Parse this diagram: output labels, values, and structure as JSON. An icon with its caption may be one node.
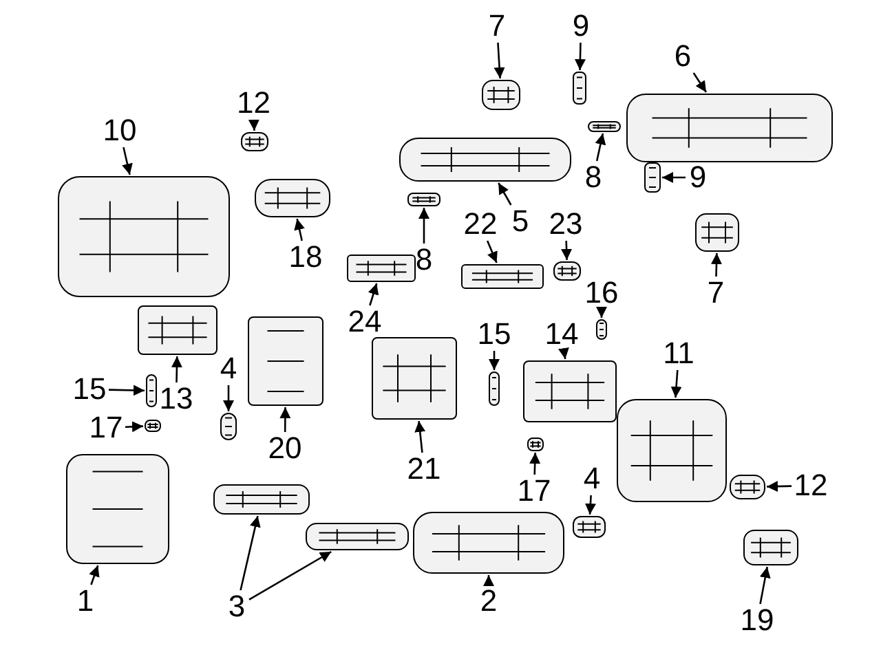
{
  "diagram": {
    "nodes": [
      {
        "text": [
          "7"
        ]
      },
      {
        "text": [],
        "shape": "picture"
      },
      {
        "text": [
          "9"
        ]
      },
      {
        "text": [],
        "shape": "picture"
      },
      {
        "text": [
          "6"
        ]
      },
      {
        "text": [],
        "shape": "picture"
      },
      {
        "text": [
          "12"
        ]
      },
      {
        "text": [],
        "shape": "picture"
      },
      {
        "text": [
          "10"
        ]
      },
      {
        "text": [],
        "shape": "picture"
      },
      {
        "text": [
          "8"
        ]
      },
      {
        "text": [],
        "shape": "picture"
      },
      {
        "text": [
          "9"
        ]
      },
      {
        "text": [],
        "shape": "picture"
      },
      {
        "text": [
          "5"
        ]
      },
      {
        "text": [],
        "shape": "picture"
      },
      {
        "text": [
          "18"
        ]
      },
      {
        "text": [],
        "shape": "picture"
      },
      {
        "text": [
          "8"
        ]
      },
      {
        "text": [],
        "shape": "picture"
      },
      {
        "text": [
          "22"
        ]
      },
      {
        "text": [],
        "shape": "picture"
      },
      {
        "text": [
          "23"
        ]
      },
      {
        "text": [],
        "shape": "picture"
      },
      {
        "text": [
          "16"
        ]
      },
      {
        "text": [],
        "shape": "picture"
      },
      {
        "text": [
          "7"
        ]
      },
      {
        "text": [],
        "shape": "picture"
      },
      {
        "text": [
          "24"
        ]
      },
      {
        "text": [],
        "shape": "picture"
      },
      {
        "text": [
          "14"
        ]
      },
      {
        "text": [],
        "shape": "picture"
      },
      {
        "text": [
          "15"
        ]
      },
      {
        "text": [],
        "shape": "picture"
      },
      {
        "text": [
          "11"
        ]
      },
      {
        "text": [],
        "shape": "picture"
      },
      {
        "text": [
          "13"
        ]
      },
      {
        "text": [],
        "shape": "picture"
      },
      {
        "text": [
          "15"
        ]
      },
      {
        "text": [],
        "shape": "picture"
      },
      {
        "text": [
          "4"
        ]
      },
      {
        "text": [],
        "shape": "picture"
      },
      {
        "text": [
          "17"
        ]
      },
      {
        "text": [],
        "shape": "picture"
      },
      {
        "text": [
          "20"
        ]
      },
      {
        "text": [],
        "shape": "picture"
      },
      {
        "text": [
          "21"
        ]
      },
      {
        "text": [],
        "shape": "picture"
      },
      {
        "text": [
          "17"
        ]
      },
      {
        "text": [],
        "shape": "picture"
      },
      {
        "text": [
          "4"
        ]
      },
      {
        "text": [],
        "shape": "picture"
      },
      {
        "text": [
          "12"
        ]
      },
      {
        "text": [],
        "shape": "picture"
      },
      {
        "text": [
          "1"
        ]
      },
      {
        "text": [],
        "shape": "picture"
      },
      {
        "text": [
          "3"
        ]
      },
      {
        "text": [],
        "shape": "picture"
      },
      {
        "text": [],
        "shape": "picture"
      },
      {
        "text": [
          "2"
        ]
      },
      {
        "text": [],
        "shape": "picture"
      },
      {
        "text": [
          "19"
        ]
      },
      {
        "text": [],
        "shape": "picture"
      }
    ],
    "edges": [
      {
        "from": 0,
        "to": 1,
        "arrow": "to"
      },
      {
        "from": 2,
        "to": 3,
        "arrow": "to"
      },
      {
        "from": 4,
        "to": 5,
        "arrow": "to"
      },
      {
        "from": 6,
        "to": 7,
        "arrow": "to"
      },
      {
        "from": 8,
        "to": 9,
        "arrow": "to"
      },
      {
        "from": 10,
        "to": 11,
        "arrow": "to"
      },
      {
        "from": 12,
        "to": 13,
        "arrow": "to"
      },
      {
        "from": 14,
        "to": 15,
        "arrow": "to"
      },
      {
        "from": 16,
        "to": 17,
        "arrow": "to"
      },
      {
        "from": 18,
        "to": 19,
        "arrow": "to"
      },
      {
        "from": 20,
        "to": 21,
        "arrow": "to"
      },
      {
        "from": 22,
        "to": 23,
        "arrow": "to"
      },
      {
        "from": 24,
        "to": 25,
        "arrow": "to"
      },
      {
        "from": 26,
        "to": 27,
        "arrow": "to"
      },
      {
        "from": 28,
        "to": 29,
        "arrow": "to"
      },
      {
        "from": 30,
        "to": 31,
        "arrow": "to"
      },
      {
        "from": 32,
        "to": 33,
        "arrow": "to"
      },
      {
        "from": 34,
        "to": 35,
        "arrow": "to"
      },
      {
        "from": 36,
        "to": 37,
        "arrow": "to"
      },
      {
        "from": 38,
        "to": 39,
        "arrow": "to"
      },
      {
        "from": 40,
        "to": 41,
        "arrow": "to"
      },
      {
        "from": 42,
        "to": 43,
        "arrow": "to"
      },
      {
        "from": 44,
        "to": 45,
        "arrow": "to"
      },
      {
        "from": 46,
        "to": 47,
        "arrow": "to"
      },
      {
        "from": 48,
        "to": 49,
        "arrow": "to"
      },
      {
        "from": 50,
        "to": 51,
        "arrow": "to"
      },
      {
        "from": 52,
        "to": 53,
        "arrow": "to"
      },
      {
        "from": 54,
        "to": 55,
        "arrow": "to"
      },
      {
        "from": 56,
        "to": 57,
        "arrow": "to"
      },
      {
        "from": 56,
        "to": 58,
        "arrow": "to"
      },
      {
        "from": 59,
        "to": 60,
        "arrow": "to"
      },
      {
        "from": 61,
        "to": 62,
        "arrow": "to"
      }
    ]
  }
}
